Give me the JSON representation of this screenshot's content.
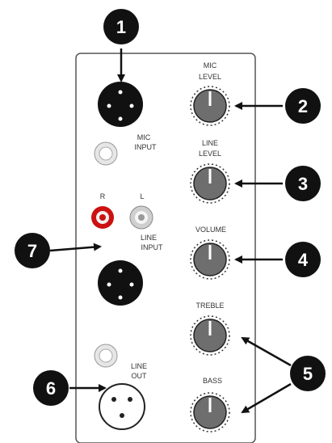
{
  "callouts": [
    "1",
    "2",
    "3",
    "4",
    "5",
    "6",
    "7"
  ],
  "labels": {
    "mic_level": [
      "MIC",
      "LEVEL"
    ],
    "mic_input": [
      "MIC",
      "INPUT"
    ],
    "line_level": [
      "LINE",
      "LEVEL"
    ],
    "channel_r": "R",
    "channel_l": "L",
    "line_input": [
      "LINE",
      "INPUT"
    ],
    "volume": "VOLUME",
    "treble": "TREBLE",
    "line_out": [
      "LINE",
      "OUT"
    ],
    "bass": "BASS"
  },
  "colors": {
    "panel": "#ffffff",
    "panel_border": "#555555",
    "callout_fill": "#111111",
    "knob": "#6e6e6e",
    "xlr_fill": "#111111",
    "rca_red": "#cc1111",
    "rca_gray": "#d9d9d9"
  }
}
